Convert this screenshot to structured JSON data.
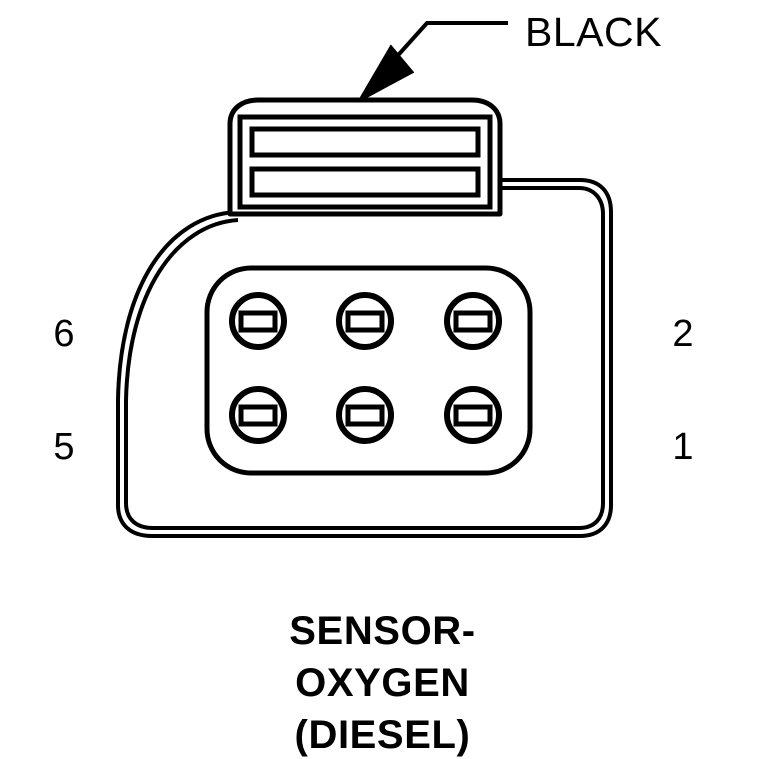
{
  "diagram": {
    "type": "automotive-connector-pinout",
    "wire_color_label": "BLACK",
    "pins": {
      "left_top": "6",
      "left_bottom": "5",
      "right_top": "2",
      "right_bottom": "1"
    },
    "cavity_count": 6,
    "caption": {
      "line1": "SENSOR-",
      "line2": "OXYGEN",
      "line3": "(DIESEL)"
    },
    "colors": {
      "line": "#000000",
      "background": "#ffffff",
      "text": "#000000"
    }
  }
}
